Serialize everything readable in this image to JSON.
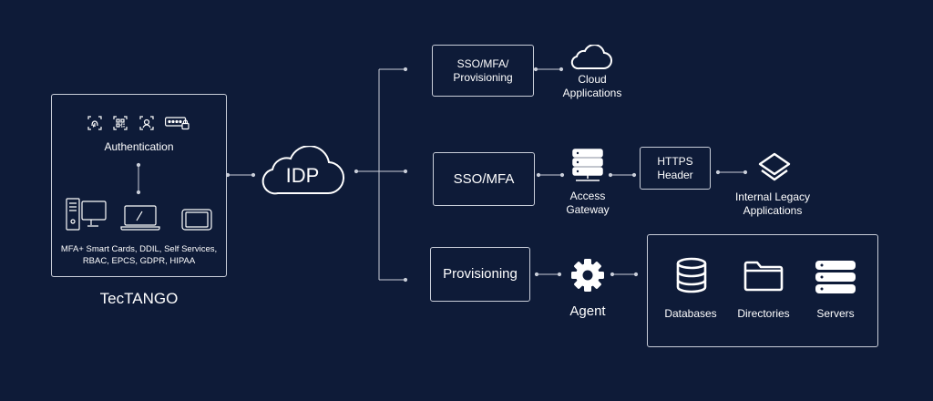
{
  "tectango": {
    "authentication_label": "Authentication",
    "features_line1": "MFA+ Smart Cards, DDIL, Self Services,",
    "features_line2": "RBAC, EPCS, GDPR, HIPAA",
    "product_name": "TecTANGO"
  },
  "idp": {
    "label": "IDP"
  },
  "branches": {
    "sso_mfa_provisioning": {
      "line1": "SSO/MFA/",
      "line2": "Provisioning"
    },
    "cloud": {
      "line1": "Cloud",
      "line2": "Applications"
    },
    "sso_mfa": {
      "label": "SSO/MFA"
    },
    "access_gateway": {
      "line1": "Access",
      "line2": "Gateway"
    },
    "https_header": {
      "line1": "HTTPS",
      "line2": "Header"
    },
    "legacy": {
      "line1": "Internal Legacy",
      "line2": "Applications"
    },
    "provisioning": {
      "label": "Provisioning"
    },
    "agent": {
      "label": "Agent"
    },
    "targets": {
      "databases": "Databases",
      "directories": "Directories",
      "servers": "Servers"
    }
  },
  "colors": {
    "background": "#0e1b38",
    "stroke": "#c9ced9",
    "text": "#ffffff"
  },
  "icons": [
    "fingerprint-icon",
    "qr-code-icon",
    "face-id-icon",
    "password-lock-icon",
    "desktop-computer-icon",
    "laptop-icon",
    "tablet-icon",
    "cloud-icon",
    "server-stack-icon",
    "layers-icon",
    "gear-icon",
    "database-icon",
    "folder-icon",
    "server-icon"
  ]
}
